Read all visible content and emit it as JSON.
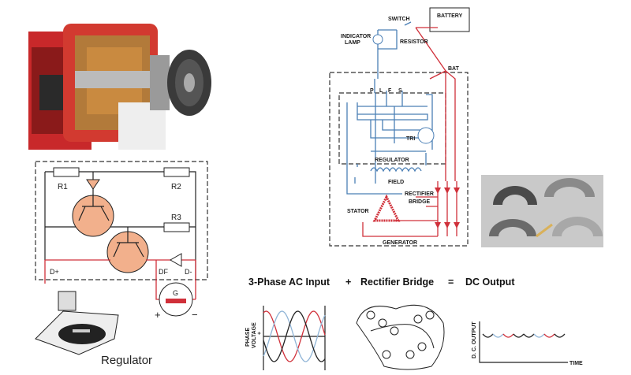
{
  "alternator_photo": {
    "icon": "alternator-cutaway-photo"
  },
  "regulator_circuit": {
    "labels": {
      "r1": "R1",
      "r2": "R2",
      "r3": "R3",
      "d_plus": "D+",
      "df": "DF",
      "d_minus": "D-",
      "g": "G",
      "plus": "+",
      "minus": "−"
    },
    "caption": "Regulator",
    "colors": {
      "transistor_fill": "#f2b08c",
      "wire_red": "#d0303a"
    }
  },
  "charging_schematic": {
    "labels": {
      "switch": "SWITCH",
      "battery": "BATTERY",
      "indicator_lamp_1": "INDICATOR",
      "indicator_lamp_2": "LAMP",
      "resistor": "RESISTOR",
      "bat": "BAT",
      "p": "P",
      "l": "L",
      "f": "F",
      "s": "S",
      "tri": "TRI",
      "regulator": "REGULATOR",
      "field": "FIELD",
      "rectifier": "RECTIFIER",
      "bridge": "BRIDGE",
      "stator": "STATOR",
      "generator": "GENERATOR"
    },
    "colors": {
      "control_wire": "#4a7fb5",
      "power_wire": "#d0303a"
    }
  },
  "rectifier_photo": {
    "icon": "rectifier-bridges-photo"
  },
  "equation": {
    "term1": "3-Phase AC Input",
    "op1": "+",
    "term2": "Rectifier Bridge",
    "op2": "=",
    "term3": "DC Output"
  },
  "phase_plot": {
    "ylabel_1": "PHASE",
    "ylabel_2": "VOLTAGE",
    "sign": "+",
    "colors": [
      "#d0303a",
      "#8fb4d6",
      "#222222"
    ]
  },
  "dc_plot": {
    "ylabel": "D. C. OUTPUT",
    "xlabel": "TIME"
  }
}
